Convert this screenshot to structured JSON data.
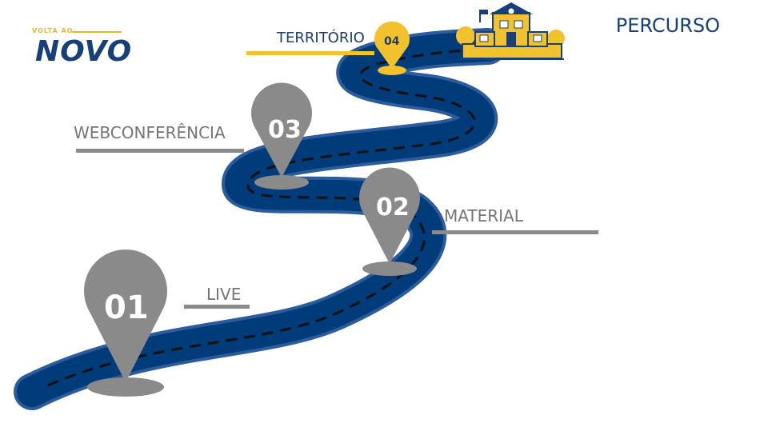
{
  "logo": {
    "small": "VOLTA AO",
    "big": "NOVO",
    "accent_color": "#e5b82b",
    "brand_color": "#173f7a"
  },
  "title": "PERCURSO",
  "steps": [
    {
      "number": "01",
      "label": "LIVE"
    },
    {
      "number": "02",
      "label": "MATERIAL"
    },
    {
      "number": "03",
      "label": "WEBCONFERÊNCIA"
    },
    {
      "number": "04",
      "label": "TERRITÓRIO"
    }
  ],
  "colors": {
    "road": "#003b7a",
    "road_edge": "#2d5c9c",
    "pin_gray": "#8a8a8a",
    "pin_yellow": "#f2c12e",
    "bar_gray": "#8a8a8a",
    "bar_yellow": "#f2c12e"
  },
  "icons": [
    "school-building-icon",
    "map-pin-icon"
  ]
}
